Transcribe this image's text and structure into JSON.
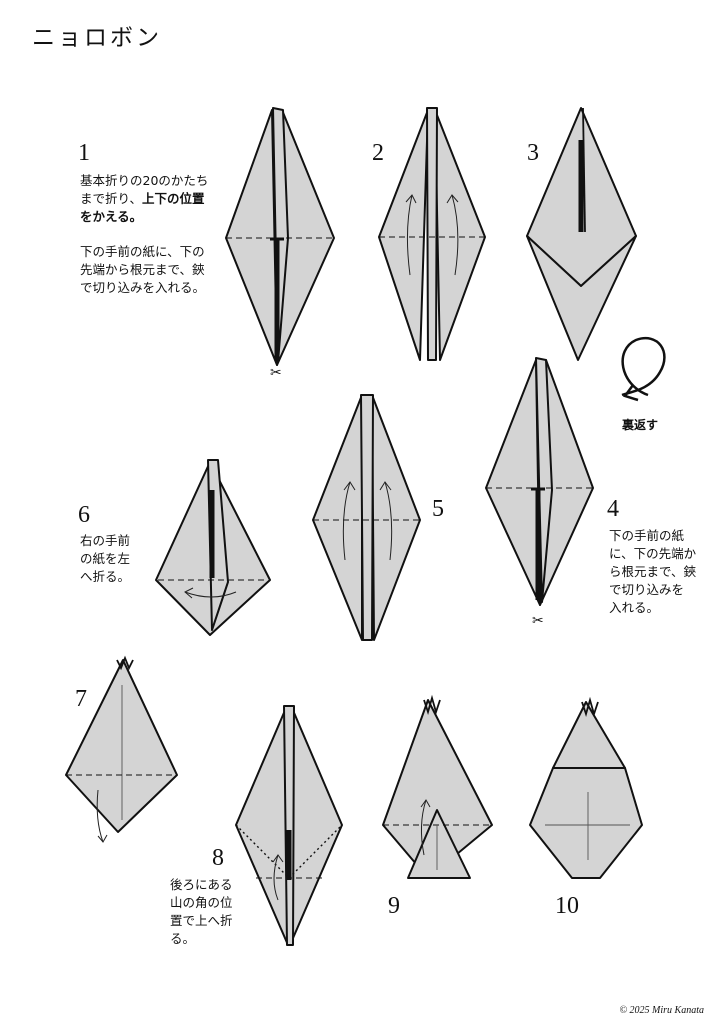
{
  "title": "ニョロボン",
  "steps": [
    {
      "num": "1",
      "text_plain": "基本折りの20のかたち\nまで折り、",
      "text_bold": "上下の位置\nをかえる。",
      "text2": "下の手前の紙に、下の\n先端から根元まで、鋏\nで切り込みを入れる。"
    },
    {
      "num": "2"
    },
    {
      "num": "3"
    },
    {
      "num": "4",
      "text": "下の手前の紙\nに、下の先端か\nら根元まで、鋏\nで切り込みを\n入れる。"
    },
    {
      "num": "5"
    },
    {
      "num": "6",
      "text": "右の手前\nの紙を左\nへ折る。"
    },
    {
      "num": "7"
    },
    {
      "num": "8",
      "text": "後ろにある\n山の角の位\n置で上へ折\nる。"
    },
    {
      "num": "9"
    },
    {
      "num": "10"
    }
  ],
  "turn_over_label": "裏返す",
  "scissors_glyph": "✂",
  "copyright": "© 2025 Miru Kanata"
}
